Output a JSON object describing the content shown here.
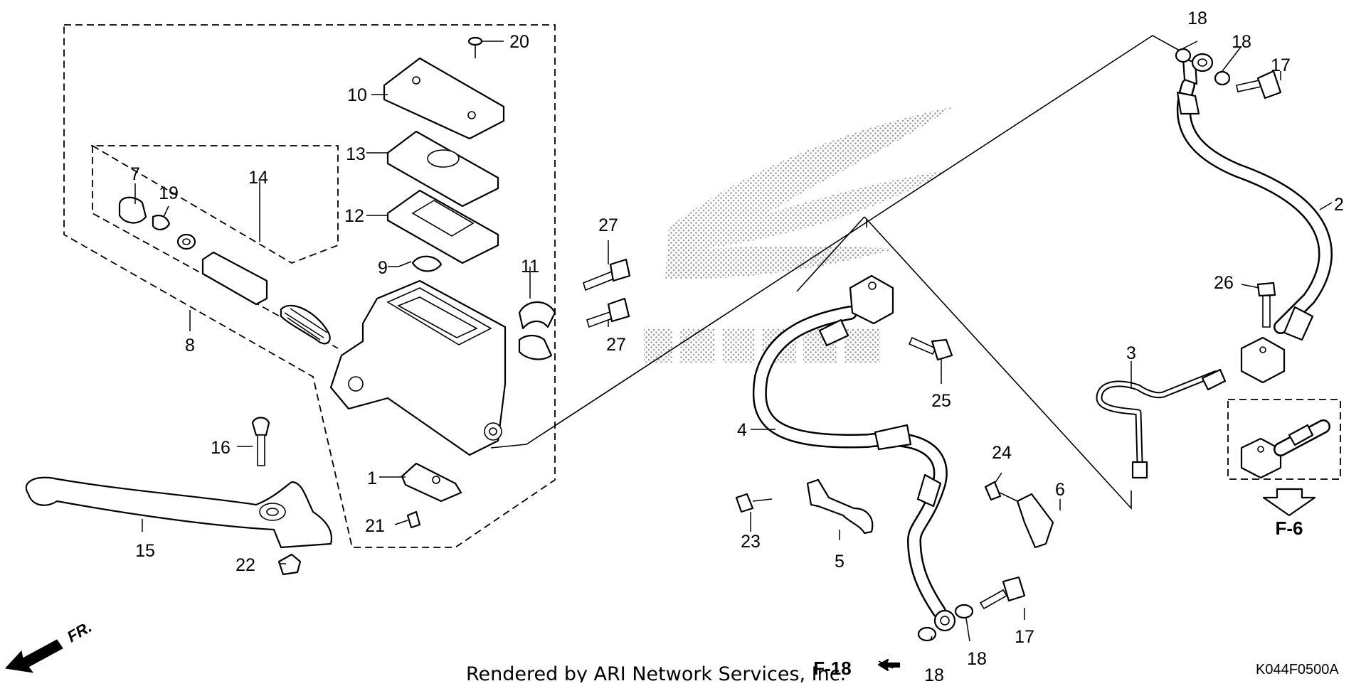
{
  "diagram": {
    "callouts": {
      "c1": "1",
      "c2": "2",
      "c3": "3",
      "c4": "4",
      "c5": "5",
      "c6": "6",
      "c7": "7",
      "c8": "8",
      "c9": "9",
      "c10": "10",
      "c11": "11",
      "c12": "12",
      "c13": "13",
      "c14": "14",
      "c15": "15",
      "c16": "16",
      "c17a": "17",
      "c17b": "17",
      "c18a": "18",
      "c18b": "18",
      "c18c": "18",
      "c18d": "18",
      "c19": "19",
      "c20": "20",
      "c21": "21",
      "c22": "22",
      "c23": "23",
      "c24": "24",
      "c25": "25",
      "c26": "26",
      "c27a": "27",
      "c27b": "27"
    },
    "references": {
      "f18": "F-18",
      "f6": "F-6",
      "front_direction": "FR."
    },
    "credit": "Rendered by ARI Network Services, Inc.",
    "diagram_code": "K044F0500A",
    "watermark_text": "HONDA"
  }
}
